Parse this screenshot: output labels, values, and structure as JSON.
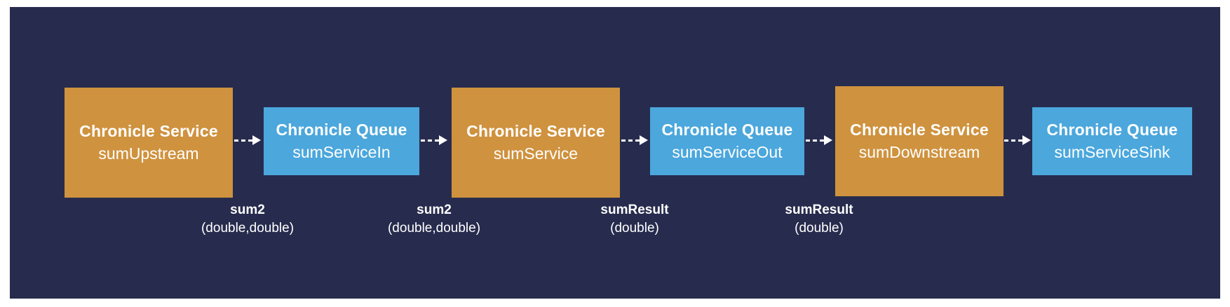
{
  "diagram": {
    "nodes": [
      {
        "title": "Chronicle Service",
        "name": "sumUpstream"
      },
      {
        "title": "Chronicle Queue",
        "name": "sumServiceIn"
      },
      {
        "title": "Chronicle Service",
        "name": "sumService"
      },
      {
        "title": "Chronicle Queue",
        "name": "sumServiceOut"
      },
      {
        "title": "Chronicle Service",
        "name": "sumDownstream"
      },
      {
        "title": "Chronicle Queue",
        "name": "sumServiceSink"
      }
    ],
    "arrow_labels": [
      {
        "method": "sum2",
        "signature": "(double,double)"
      },
      {
        "method": "sum2",
        "signature": "(double,double)"
      },
      {
        "method": "sumResult",
        "signature": "(double)"
      },
      {
        "method": "sumResult",
        "signature": "(double)"
      }
    ],
    "colors": {
      "background": "#272c4e",
      "service-box": "#cf923e",
      "queue-box": "#4ba7dc",
      "arrow": "#ffffff",
      "text": "#ffffff"
    }
  }
}
